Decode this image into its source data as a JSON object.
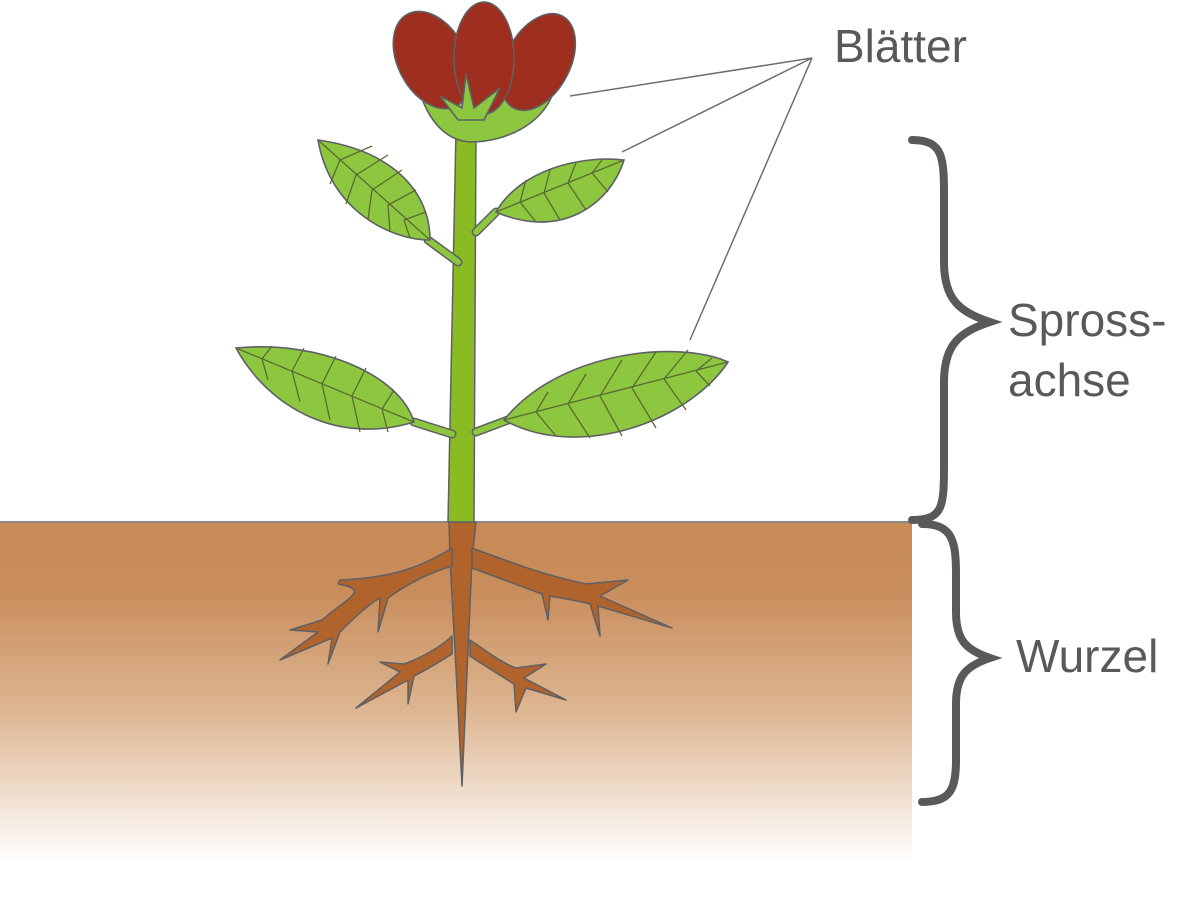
{
  "labels": {
    "leaves": "Blätter",
    "shoot_line1": "Spross-",
    "shoot_line2": "achse",
    "root": "Wurzel"
  },
  "colors": {
    "stem": "#8bbb22",
    "leaf": "#8dc63f",
    "leaf_vein": "#5b6a34",
    "outline": "#5d6065",
    "petal": "#9e2f1e",
    "root": "#b0632a",
    "soil_top": "#c88a56",
    "label": "#58595b",
    "bracket": "#58595b"
  },
  "icons": [
    "flower-icon",
    "leaf-icon",
    "root-icon",
    "bracket-icon"
  ]
}
